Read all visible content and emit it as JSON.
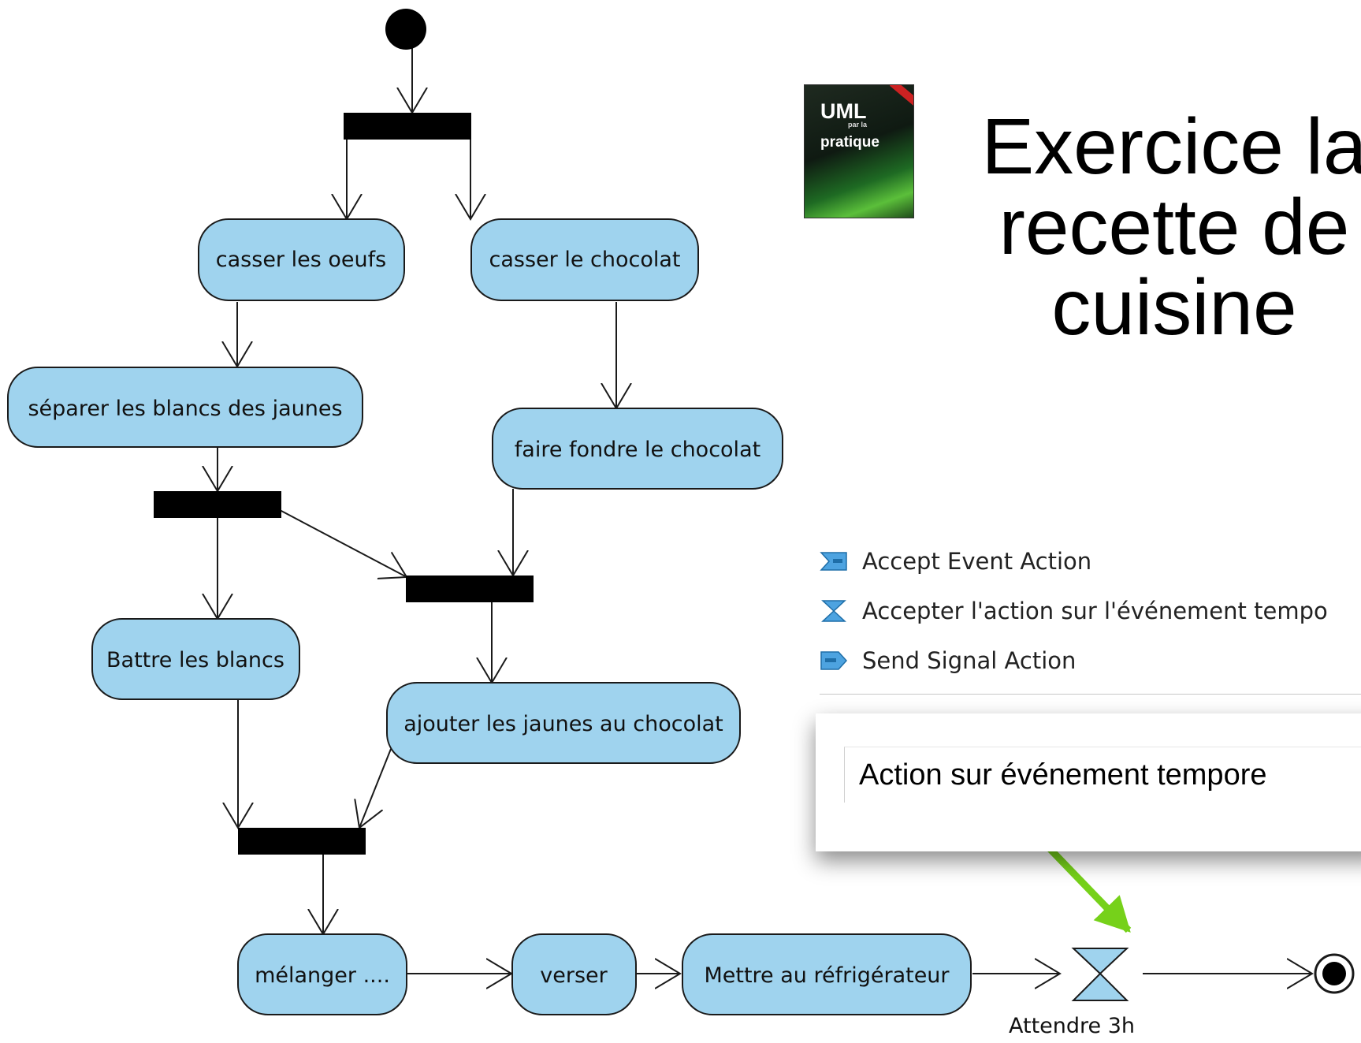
{
  "title": {
    "line1": "Exercice la",
    "line2": "recette de",
    "line3": "cuisine"
  },
  "book": {
    "brand": "UML",
    "small": "par la",
    "name": "pratique"
  },
  "actions": {
    "casser_oeufs": "casser les oeufs",
    "casser_chocolat": "casser le chocolat",
    "separer": "séparer les blancs des jaunes",
    "fondre": "faire fondre le chocolat",
    "battre": "Battre les blancs",
    "ajouter": "ajouter les jaunes au chocolat",
    "melanger": "mélanger ....",
    "verser": "verser",
    "refrigerer": "Mettre au réfrigérateur"
  },
  "time_event": {
    "label": "Attendre 3h"
  },
  "palette": {
    "items": [
      {
        "label": "Accept Event Action",
        "icon": "accept-event-icon"
      },
      {
        "label": "Accepter l'action sur l'événement tempo",
        "icon": "hourglass-icon"
      },
      {
        "label": "Send Signal Action",
        "icon": "send-signal-icon"
      }
    ]
  },
  "tooltip": {
    "text": "Action sur événement tempore"
  },
  "colors": {
    "action_fill": "#9fd3ee",
    "stroke": "#1a1a1a",
    "arrow_highlight": "#76d11a"
  }
}
